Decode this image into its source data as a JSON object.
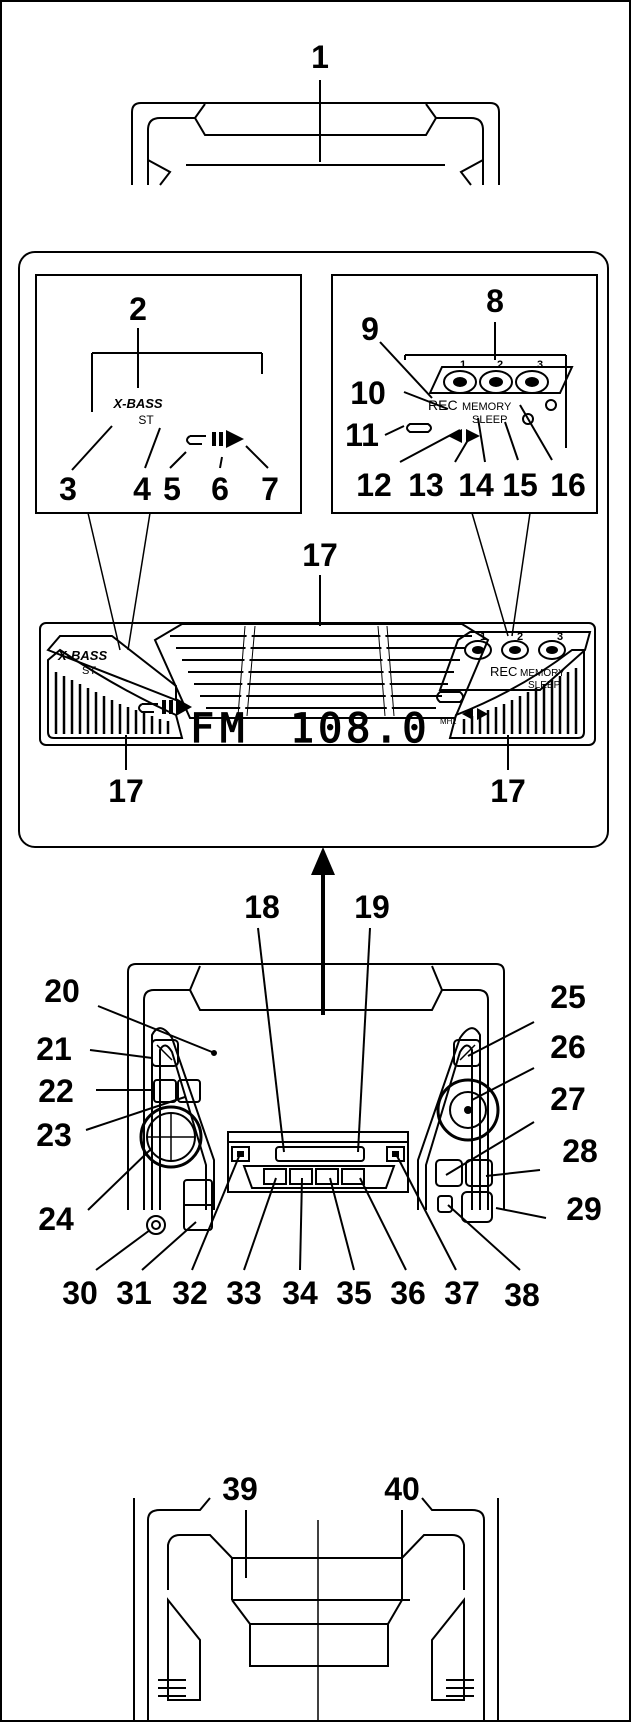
{
  "callouts": [
    "1",
    "2",
    "3",
    "4",
    "5",
    "6",
    "7",
    "8",
    "9",
    "10",
    "11",
    "12",
    "13",
    "14",
    "15",
    "16",
    "17",
    "18",
    "19",
    "20",
    "21",
    "22",
    "23",
    "24",
    "25",
    "26",
    "27",
    "28",
    "29",
    "30",
    "31",
    "32",
    "33",
    "34",
    "35",
    "36",
    "37",
    "38",
    "39",
    "40"
  ],
  "display": {
    "xbass": "X-BASS",
    "stereo": "ST",
    "rec": "REC",
    "memory": "MEMORY",
    "sleep": "SLEEP",
    "mhz": "MHz",
    "band": "FM",
    "frequency": "108.0",
    "disc_numbers": [
      "1",
      "2",
      "3"
    ]
  }
}
